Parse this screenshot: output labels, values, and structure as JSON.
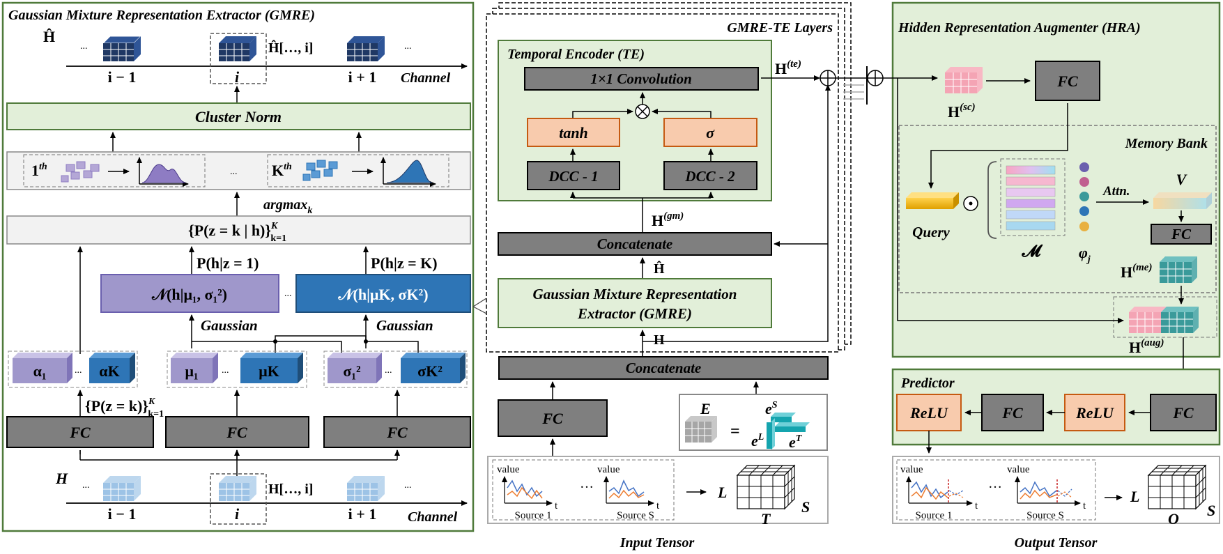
{
  "gmre": {
    "title": "Gaussian Mixture Representation Extractor (GMRE)",
    "top_axis": {
      "h_hat": "Ĥ",
      "i_minus_1": "i − 1",
      "i": "i",
      "i_plus_1": "i + 1",
      "slice": "Ĥ[…, i]",
      "channel": "Channel",
      "dots": "..."
    },
    "cluster_norm": "Cluster Norm",
    "cluster_first": "1",
    "cluster_first_sup": "th",
    "cluster_last": "K",
    "cluster_last_sup": "th",
    "argmax": "argmax",
    "argmax_sub": "k",
    "posterior": "{P(z = k | h)}",
    "posterior_k": "K",
    "posterior_sub": "k=1",
    "lik_1": "P(h|z = 1)",
    "lik_k": "P(h|z = K)",
    "normal_1": "𝒩(h|μ₁, σ₁²)",
    "normal_k": "𝒩(h|μK, σK²)",
    "gaussian": "Gaussian",
    "alpha_1": "α₁",
    "alpha_k": "αK",
    "mu_1": "μ₁",
    "mu_k": "μK",
    "sigma_1": "σ₁²",
    "sigma_k": "σK²",
    "prior": "{P(z = k)}",
    "prior_k": "K",
    "prior_sub": "k=1",
    "fc": "FC",
    "bottom_axis": {
      "h": "H",
      "i_minus_1": "i − 1",
      "i": "i",
      "i_plus_1": "i + 1",
      "slice": "H[…, i]",
      "channel": "Channel",
      "dots": "..."
    }
  },
  "layers": {
    "title": "GMRE-TE Layers",
    "te_title": "Temporal Encoder (TE)",
    "conv": "1×1 Convolution",
    "tanh": "tanh",
    "sigma": "σ",
    "dcc1": "DCC - 1",
    "dcc2": "DCC - 2",
    "h_te": "H",
    "h_te_sup": "(te)",
    "h_gm": "H",
    "h_gm_sup": "(gm)",
    "concat": "Concatenate",
    "h_hat": "Ĥ",
    "gmre_1": "Gaussian Mixture Representation",
    "gmre_2": "Extractor (GMRE)",
    "h": "H",
    "concat2": "Concatenate",
    "fc": "FC",
    "e": "E",
    "eq": "=",
    "e_s": "e",
    "e_s_sup": "S",
    "e_l": "e",
    "e_l_sup": "L",
    "e_t": "e",
    "e_t_sup": "T",
    "value": "value",
    "t": "t",
    "source1": "Source 1",
    "sources": "Source S",
    "dots": "…",
    "L": "L",
    "S": "S",
    "T": "T",
    "input_tensor": "Input Tensor"
  },
  "hra": {
    "title": "Hidden Representation Augmenter (HRA)",
    "h_sc": "H",
    "h_sc_sup": "(sc)",
    "fc": "FC",
    "memory_bank": "Memory Bank",
    "query": "Query",
    "odot": "⊙",
    "attn": "Attn.",
    "v": "V",
    "m": "𝓜",
    "phi": "φ",
    "phi_sub": "j",
    "fc2": "FC",
    "h_me": "H",
    "h_me_sup": "(me)",
    "h_aug": "H",
    "h_aug_sup": "(aug)"
  },
  "predictor": {
    "title": "Predictor",
    "relu": "ReLU",
    "fc": "FC",
    "value": "value",
    "t": "t",
    "source1": "Source 1",
    "sources": "Source S",
    "dots": "…",
    "L": "L",
    "S": "S",
    "O": "O",
    "output_tensor": "Output Tensor"
  },
  "colors": {
    "panel_green": "#e2efd9",
    "panel_border": "#4f7a3a",
    "gray_box": "#7f7f7f",
    "light_purple": "#9f97cb",
    "dark_blue": "#2e75b6",
    "orange_fill": "#f8cbad",
    "orange_border": "#c55a11",
    "navy_cube": "#1f3864",
    "light_cube": "#9dc3e6",
    "pink_cube": "#f4a4b4",
    "teal_cube": "#3a9a9a",
    "yellow": "#f2b705"
  }
}
